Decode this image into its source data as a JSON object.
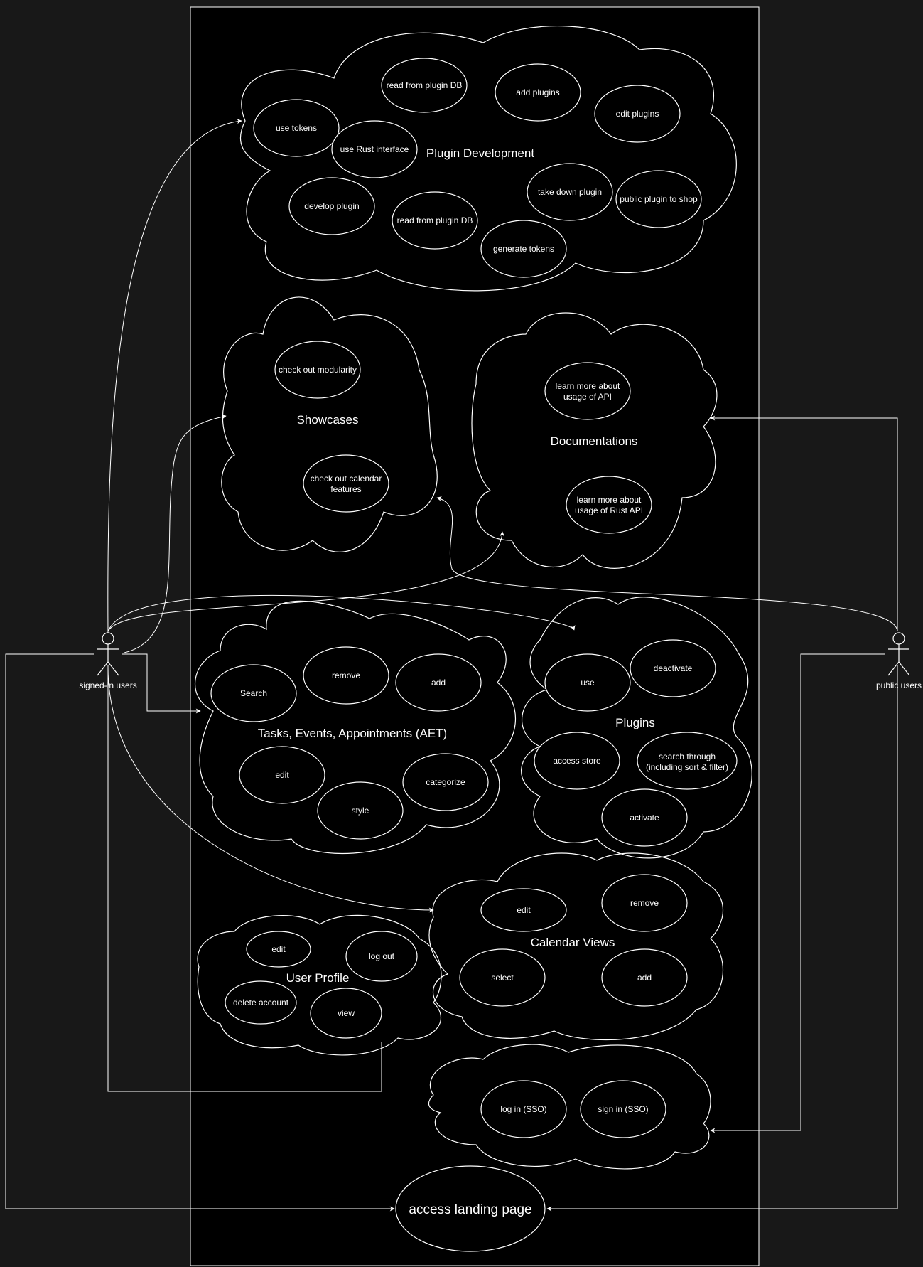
{
  "colors": {
    "background": "#181818",
    "system_fill": "#000000",
    "stroke": "#ffffff",
    "text": "#ffffff"
  },
  "actors": {
    "signed_in": "signed-in users",
    "public": "public users"
  },
  "groups": {
    "plugin_dev": {
      "title": "Plugin Development",
      "items": [
        "read from plugin DB",
        "add plugins",
        "edit plugins",
        "use tokens",
        "use Rust interface",
        "develop plugin",
        "read from plugin DB",
        "take down plugin",
        "public plugin to shop",
        "generate tokens"
      ]
    },
    "showcases": {
      "title": "Showcases",
      "items": [
        "check out modularity",
        "check out calendar features"
      ]
    },
    "docs": {
      "title": "Documentations",
      "items": [
        "learn more about usage of API",
        "learn more about usage of Rust API"
      ]
    },
    "aet": {
      "title": "Tasks, Events, Appointments (AET)",
      "items": [
        "Search",
        "remove",
        "add",
        "edit",
        "style",
        "categorize"
      ]
    },
    "plugins": {
      "title": "Plugins",
      "items": [
        "use",
        "deactivate",
        "access store",
        "search through (including sort & filter)",
        "activate"
      ]
    },
    "calendar": {
      "title": "Calendar Views",
      "items": [
        "edit",
        "remove",
        "select",
        "add"
      ]
    },
    "profile": {
      "title": "User Profile",
      "items": [
        "edit",
        "log out",
        "delete account",
        "view"
      ]
    },
    "auth": {
      "title": "",
      "items": [
        "log in (SSO)",
        "sign in (SSO)"
      ]
    }
  },
  "landing": "access landing page"
}
